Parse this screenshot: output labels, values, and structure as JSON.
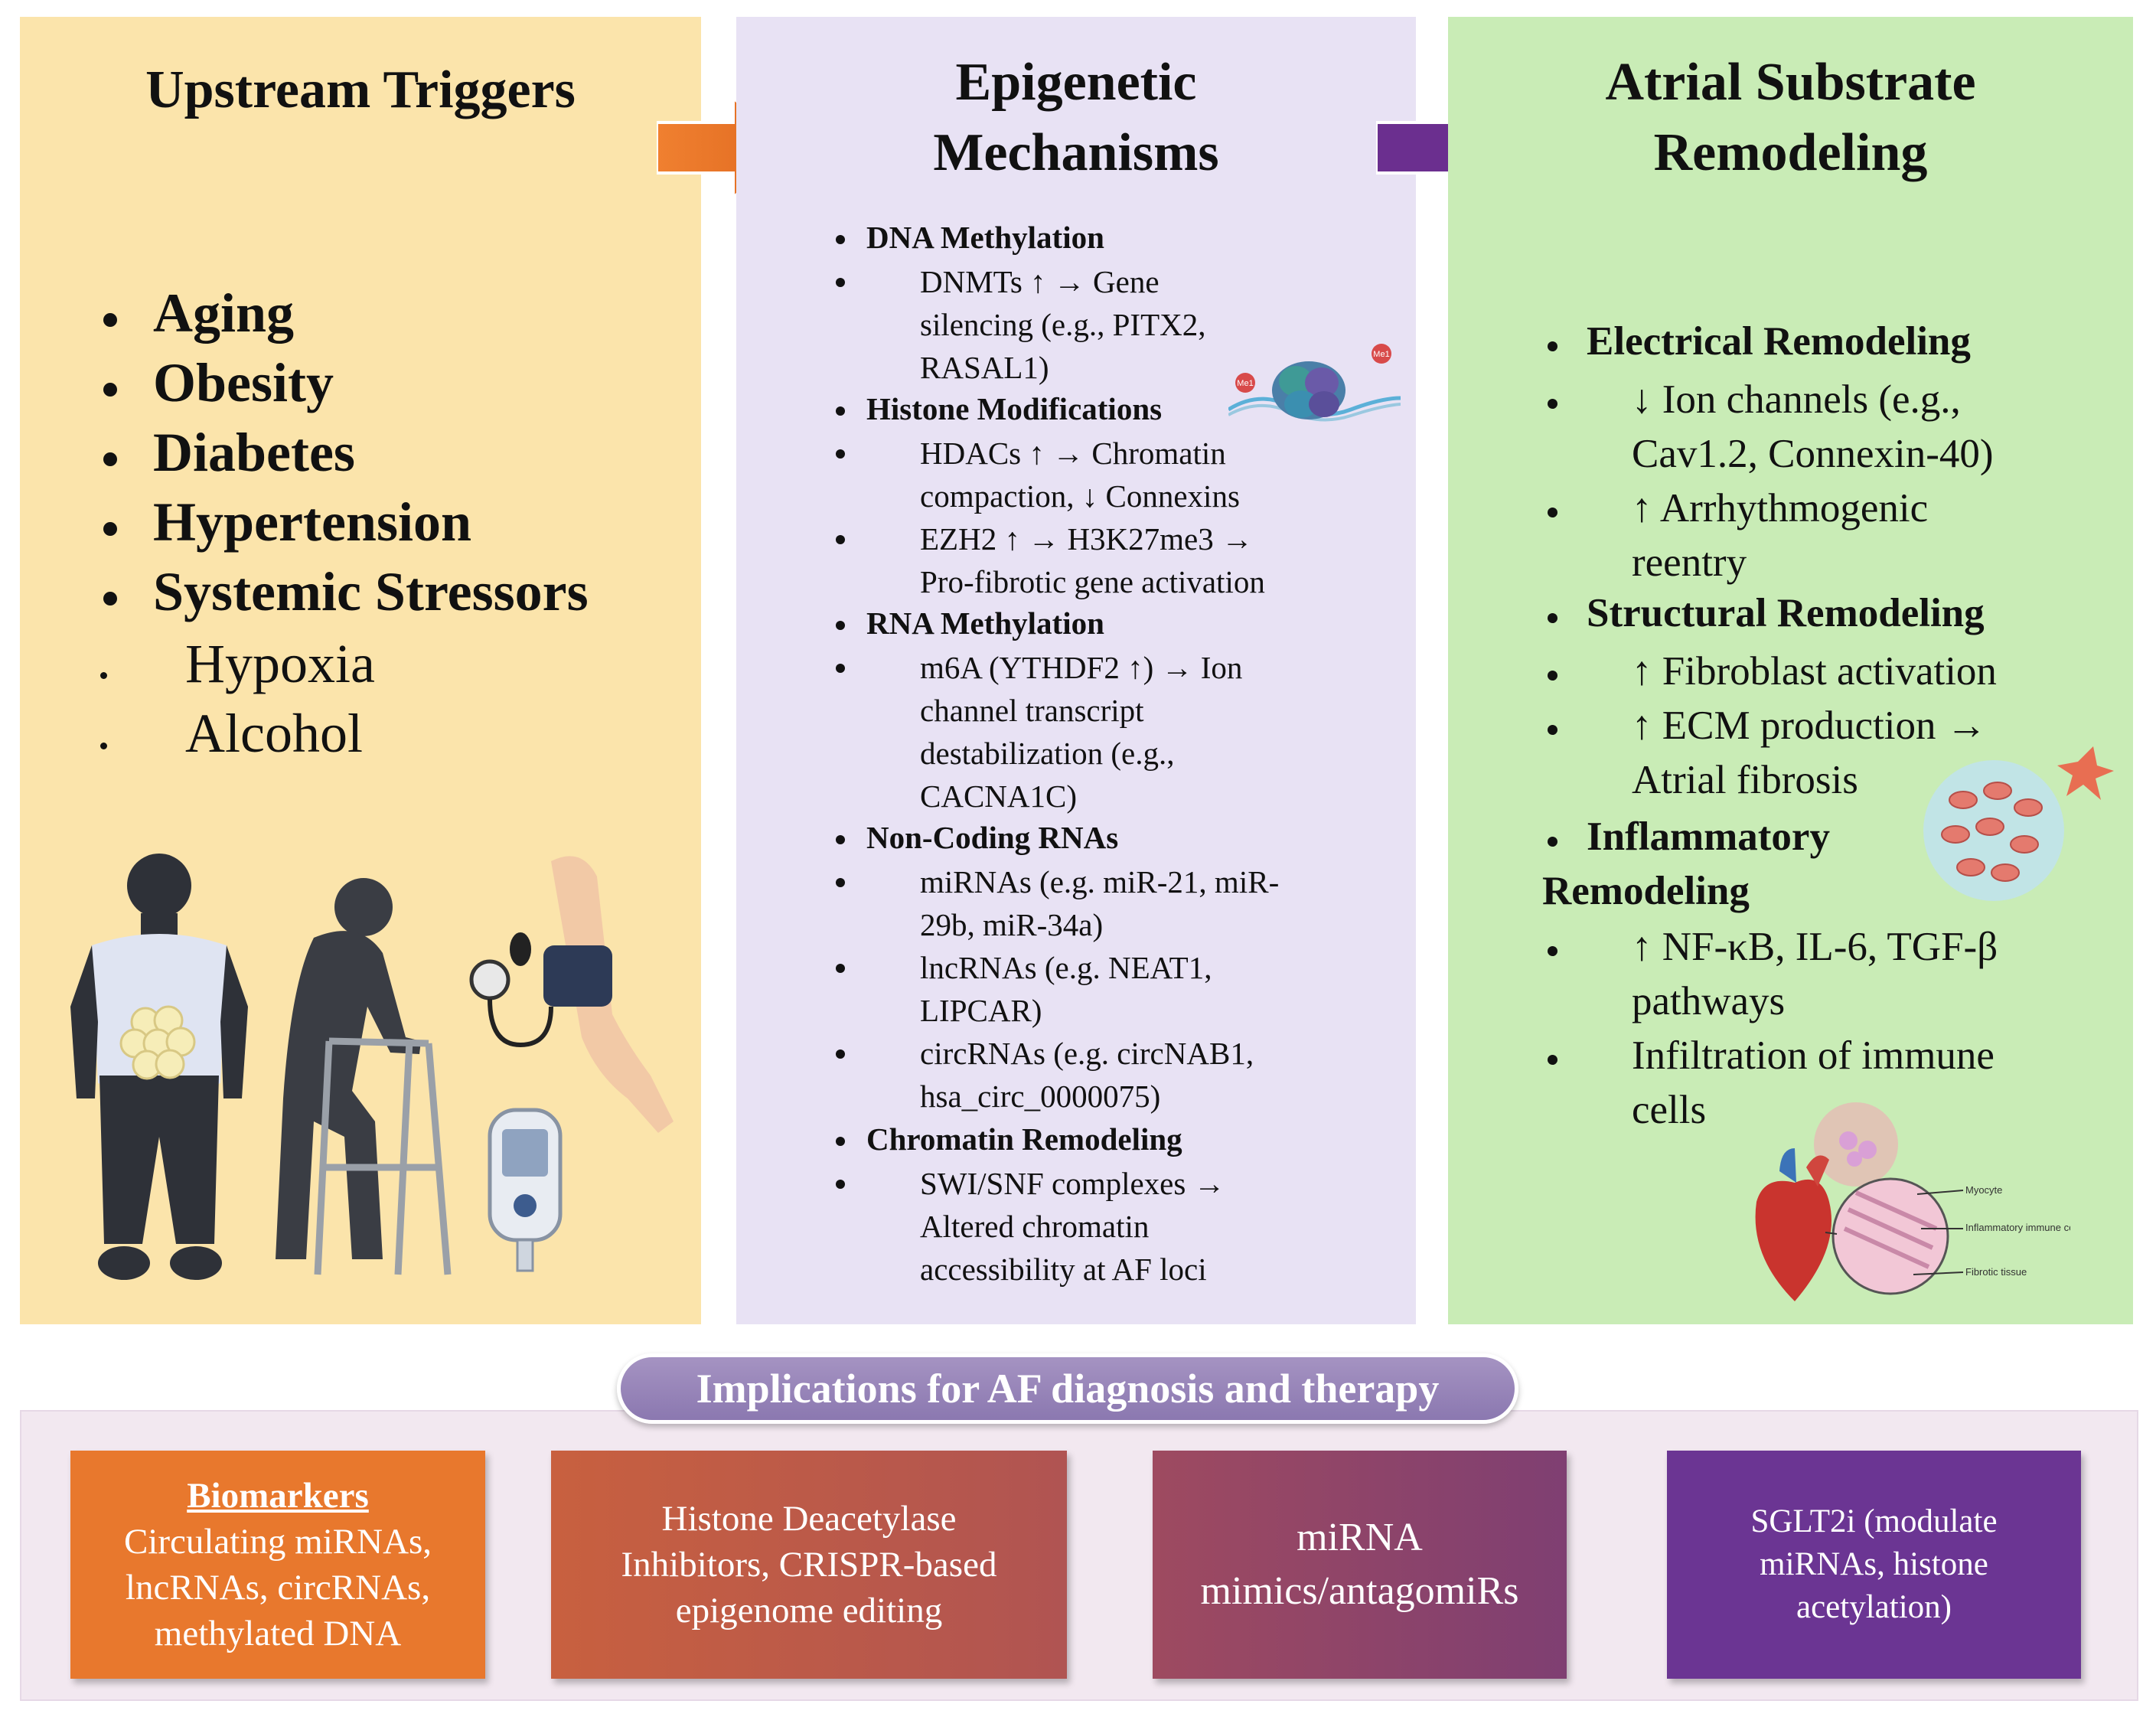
{
  "panels": {
    "triggers": {
      "title": "Upstream Triggers",
      "items": [
        "Aging",
        "Obesity",
        "Diabetes",
        "Hypertension",
        "Systemic Stressors"
      ],
      "sub_items": [
        "Hypoxia",
        "Alcohol"
      ],
      "color": "#fbe4ab"
    },
    "epigenetic": {
      "title_line1": "Epigenetic",
      "title_line2": "Mechanisms",
      "color": "#e8e2f4",
      "dna_methylation": {
        "heading": "DNA Methylation",
        "item1": "DNMTs ↑ → Gene\nsilencing (e.g., PITX2,\nRASAL1)"
      },
      "histone": {
        "heading": "Histone Modifications",
        "item1": "HDACs ↑ → Chromatin\ncompaction, ↓ Connexins",
        "item2": "EZH2 ↑ → H3K27me3 →\nPro-fibrotic gene activation"
      },
      "rna_methylation": {
        "heading": "RNA Methylation",
        "item1": "m6A (YTHDF2 ↑) → Ion\nchannel transcript\ndestabilization (e.g.,\nCACNA1C)"
      },
      "noncoding": {
        "heading": "Non-Coding RNAs",
        "item1": "miRNAs (e.g. miR-21, miR-\n29b, miR-34a)",
        "item2": "lncRNAs (e.g. NEAT1,\nLIPCAR)",
        "item3": "circRNAs (e.g. circNAB1,\nhsa_circ_0000075)"
      },
      "chromatin": {
        "heading": "Chromatin Remodeling",
        "item1": "SWI/SNF complexes →\nAltered chromatin\naccessibility at AF loci"
      }
    },
    "substrate": {
      "title_line1": "Atrial Substrate",
      "title_line2": "Remodeling",
      "color": "#c9ecb6",
      "electrical": {
        "heading": "Electrical Remodeling",
        "item1": "↓ Ion channels (e.g.,\nCav1.2, Connexin-40)",
        "item2": "↑ Arrhythmogenic\nreentry"
      },
      "structural": {
        "heading": "Structural Remodeling",
        "item1": "↑ Fibroblast activation",
        "item2": "↑ ECM production →\nAtrial fibrosis"
      },
      "inflammatory": {
        "heading_line1": "Inflammatory",
        "heading_line2": "Remodeling",
        "item1": "↑ NF-κB, IL-6, TGF-β\npathways",
        "item2": "Infiltration of immune\ncells"
      },
      "heart_labels": [
        "Myocyte",
        "Inflammatory\nimmune cells",
        "Fibrotic\ntissue"
      ]
    }
  },
  "dna_labels": [
    "Me1",
    "Me1"
  ],
  "implications": {
    "title": "Implications for AF diagnosis and therapy",
    "boxes": [
      {
        "heading": "Biomarkers",
        "lines": [
          "Circulating miRNAs,",
          "lncRNAs, circRNAs,",
          "methylated DNA"
        ],
        "color": "#e8782d"
      },
      {
        "lines": [
          "Histone Deacetylase",
          "Inhibitors, CRISPR-based",
          "epigenome editing"
        ],
        "color": "#c0594a"
      },
      {
        "lines": [
          "miRNA",
          "mimics/antagomiRs"
        ],
        "color": "#8f4468"
      },
      {
        "lines": [
          "SGLT2i (modulate",
          "miRNAs, histone",
          "acetylation)"
        ],
        "color": "#6b3593"
      }
    ]
  },
  "arrow_colors": {
    "orange": "#e8782d",
    "purple": "#6b2f8f"
  }
}
